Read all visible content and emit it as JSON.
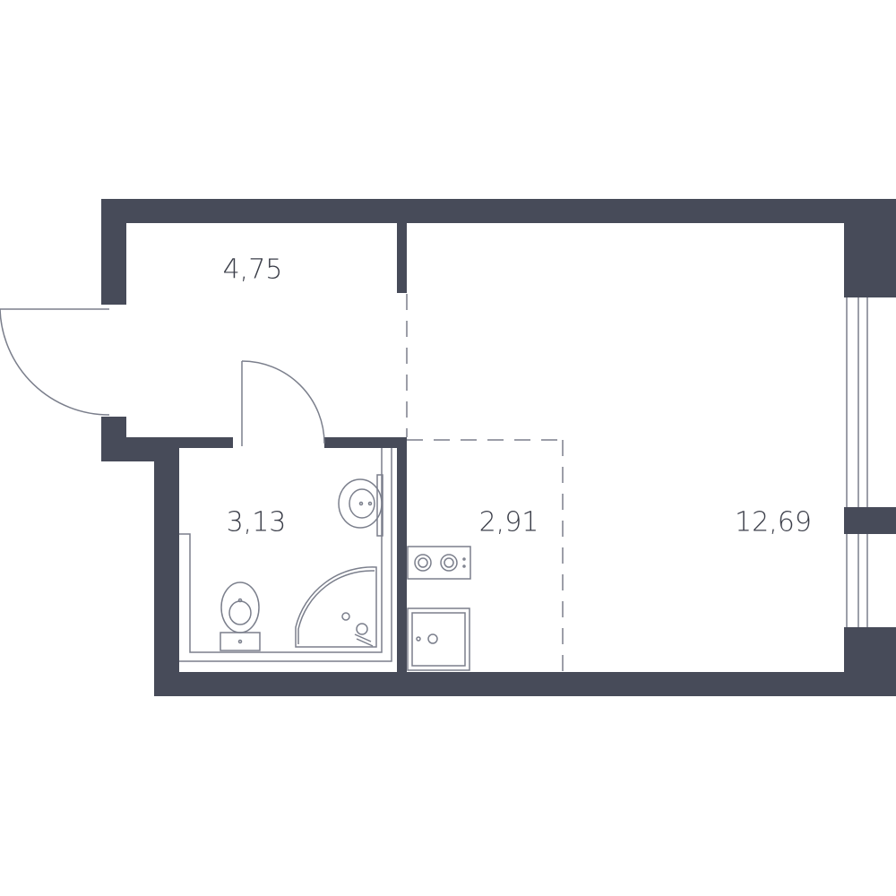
{
  "colors": {
    "wall": "#474b59",
    "fixture_line": "#7b7f8c",
    "background": "#ffffff",
    "label": "#3a3d48"
  },
  "rooms": {
    "hallway": {
      "area": "4,75"
    },
    "bathroom": {
      "area": "3,13"
    },
    "kitchen": {
      "area": "2,91"
    },
    "living_room": {
      "area": "12,69"
    }
  },
  "icons": {
    "entrance_door": "door-swing-icon",
    "bathroom_door": "door-swing-icon",
    "sink": "sink-icon",
    "toilet": "toilet-icon",
    "shower": "shower-icon",
    "stove": "stove-icon",
    "kitchen_sink": "kitchen-sink-icon",
    "windows": "window-icon"
  }
}
